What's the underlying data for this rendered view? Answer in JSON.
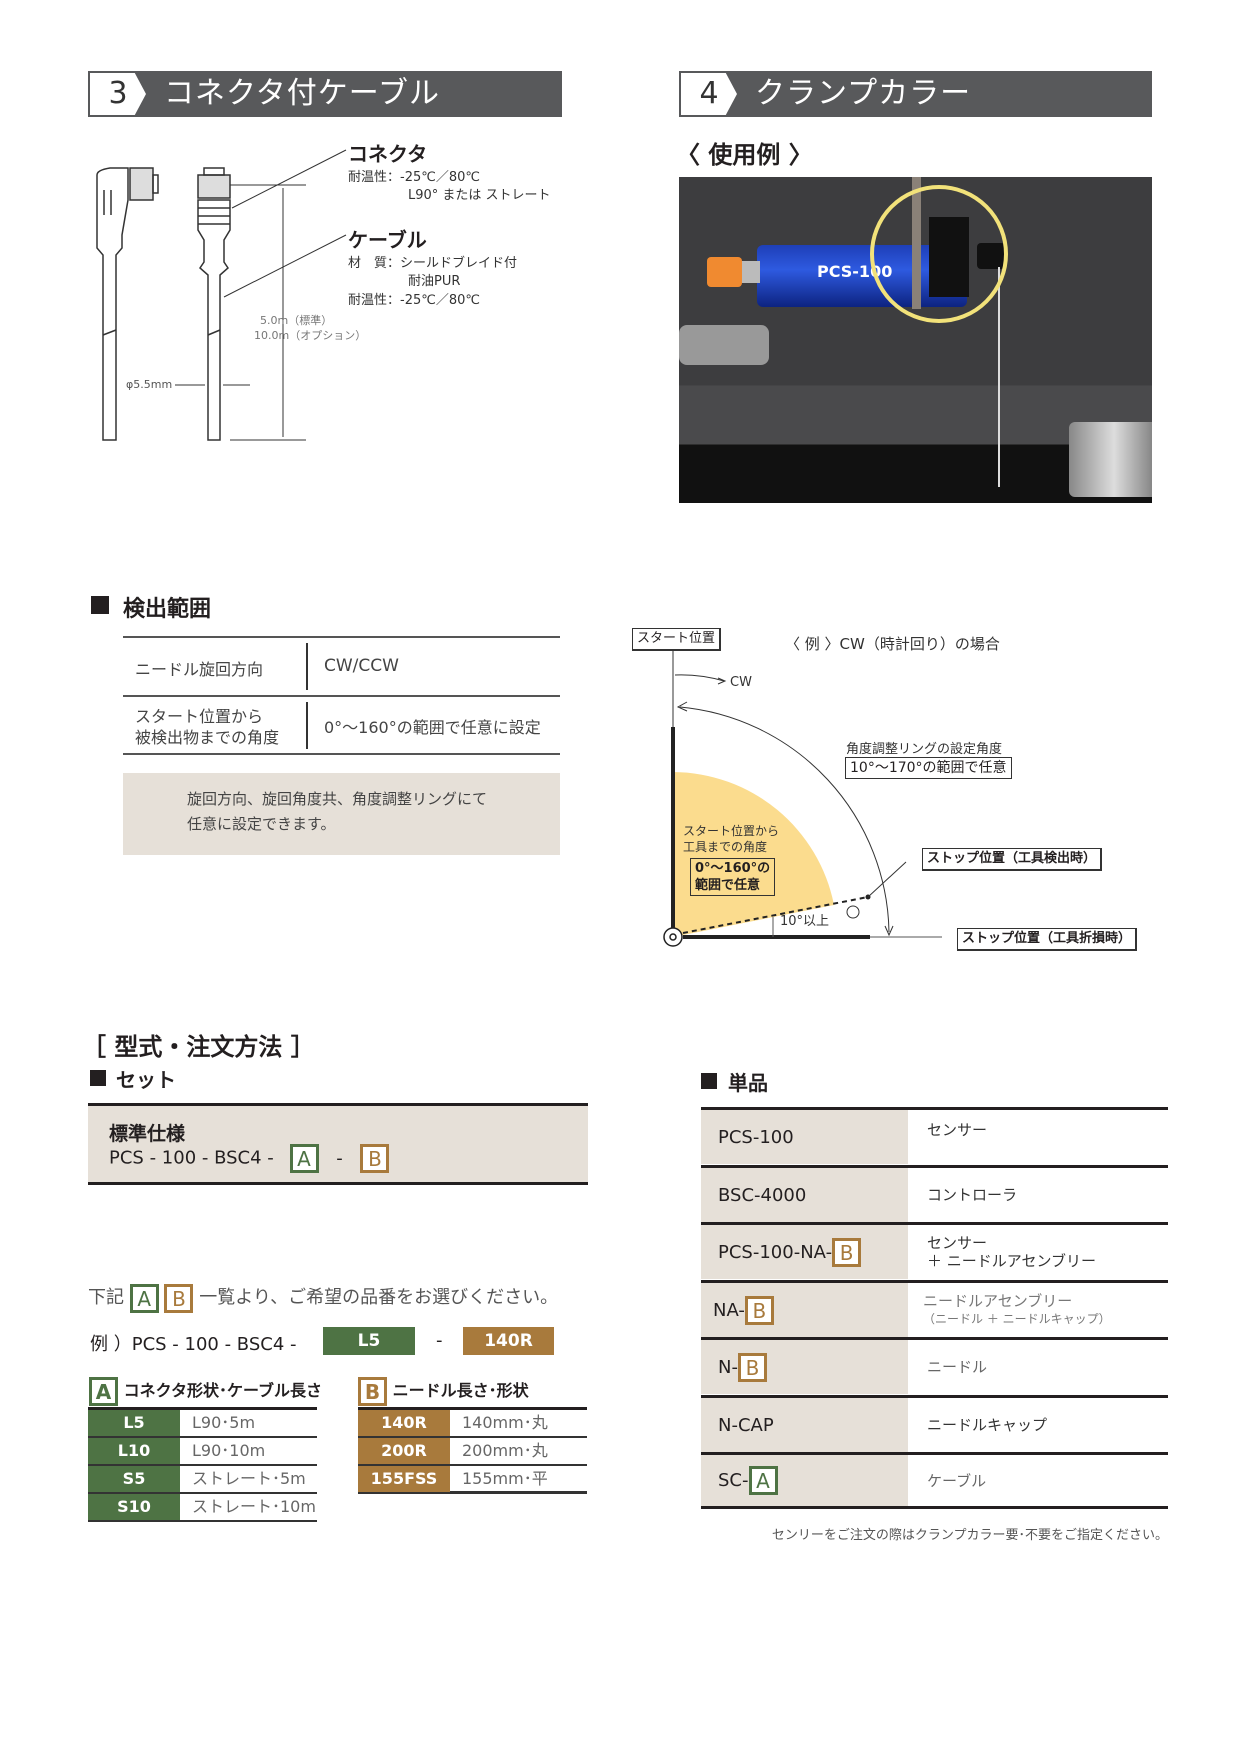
{
  "sec3": {
    "num": "3",
    "title": "コネクタ付ケーブル",
    "connector": {
      "title": "コネクタ",
      "temp": "耐温性：-25℃／80℃",
      "shape": "L90° または ストレート"
    },
    "cable": {
      "title": "ケーブル",
      "material": "材　質：シールドブレイド付",
      "material2": "耐油PUR",
      "temp": "耐温性：-25℃／80℃"
    },
    "length_std": "5.0m（標準）",
    "length_opt": "10.0m（オプション）",
    "diameter": "φ5.5mm"
  },
  "sec4": {
    "num": "4",
    "title": "クランプカラー",
    "example": "〈 使用例 〉",
    "photo_label": "PCS-100"
  },
  "detect": {
    "heading": "検出範囲",
    "rows": [
      {
        "k": "ニードル旋回方向",
        "v": "CW/CCW"
      },
      {
        "k1": "スタート位置から",
        "k2": "被検出物までの角度",
        "v": "0°～160°の範囲で任意に設定"
      }
    ],
    "note1": "旋回方向、旋回角度共、角度調整リングにて",
    "note2": "任意に設定できます。"
  },
  "diagram": {
    "start": "スタート位置",
    "title": "〈 例 〉CW（時計回り）の場合",
    "cw": "CW",
    "ring_label": "角度調整リングの設定角度",
    "ring_range": "10°～170°の範囲で任意",
    "tool1": "スタート位置から",
    "tool2": "工具までの角度",
    "range1": "0°～160°の",
    "range2": "範囲で任意",
    "stop_detect": "ストップ位置（工具検出時）",
    "stop_break": "ストップ位置（工具折損時）",
    "min_angle": "10°以上"
  },
  "order": {
    "heading": "［ 型式・注文方法 ］",
    "set_heading": "セット",
    "std_title": "標準仕様",
    "std_code": "PCS - 100 - BSC4 -",
    "dash": "-",
    "A": "A",
    "B": "B",
    "select_pre": "下記",
    "select_post": "一覧より、ご希望の品番をお選びください。",
    "example_pre": "例 ）PCS - 100 - BSC4 -",
    "example_a": "L5",
    "example_b": "140R",
    "a_title": "コネクタ形状･ケーブル長さ",
    "b_title": "ニードル長さ･形状",
    "a_rows": [
      {
        "k": "L5",
        "v": "L90･5m"
      },
      {
        "k": "L10",
        "v": "L90･10m"
      },
      {
        "k": "S5",
        "v": "ストレート･5m"
      },
      {
        "k": "S10",
        "v": "ストレート･10m"
      }
    ],
    "b_rows": [
      {
        "k": "140R",
        "v": "140mm･丸"
      },
      {
        "k": "200R",
        "v": "200mm･丸"
      },
      {
        "k": "155FSS",
        "v": "155mm･平"
      }
    ]
  },
  "single": {
    "heading": "単品",
    "rows": [
      {
        "k": "PCS-100",
        "v": "センサー"
      },
      {
        "k": "BSC-4000",
        "v": "コントローラ"
      },
      {
        "k": "PCS-100-NA-",
        "box": "B",
        "v": "センサー",
        "v2": "＋ ニードルアセンブリー"
      },
      {
        "k": "NA-",
        "box": "B",
        "v": "ニードルアセンブリー",
        "v2": "（ニードル ＋ ニードルキャップ）"
      },
      {
        "k": "N-",
        "box": "B",
        "v": "ニードル"
      },
      {
        "k": "N-CAP",
        "v": "ニードルキャップ"
      },
      {
        "k": "SC-",
        "box": "A",
        "v": "ケーブル"
      }
    ],
    "footnote": "センリーをご注文の際はクランプカラー要･不要をご指定ください。"
  },
  "colors": {
    "header": "#58595b",
    "green": "#4e7344",
    "brown": "#a87a3c",
    "beige": "#e6e0d8",
    "yellow": "#fbdc8e"
  }
}
